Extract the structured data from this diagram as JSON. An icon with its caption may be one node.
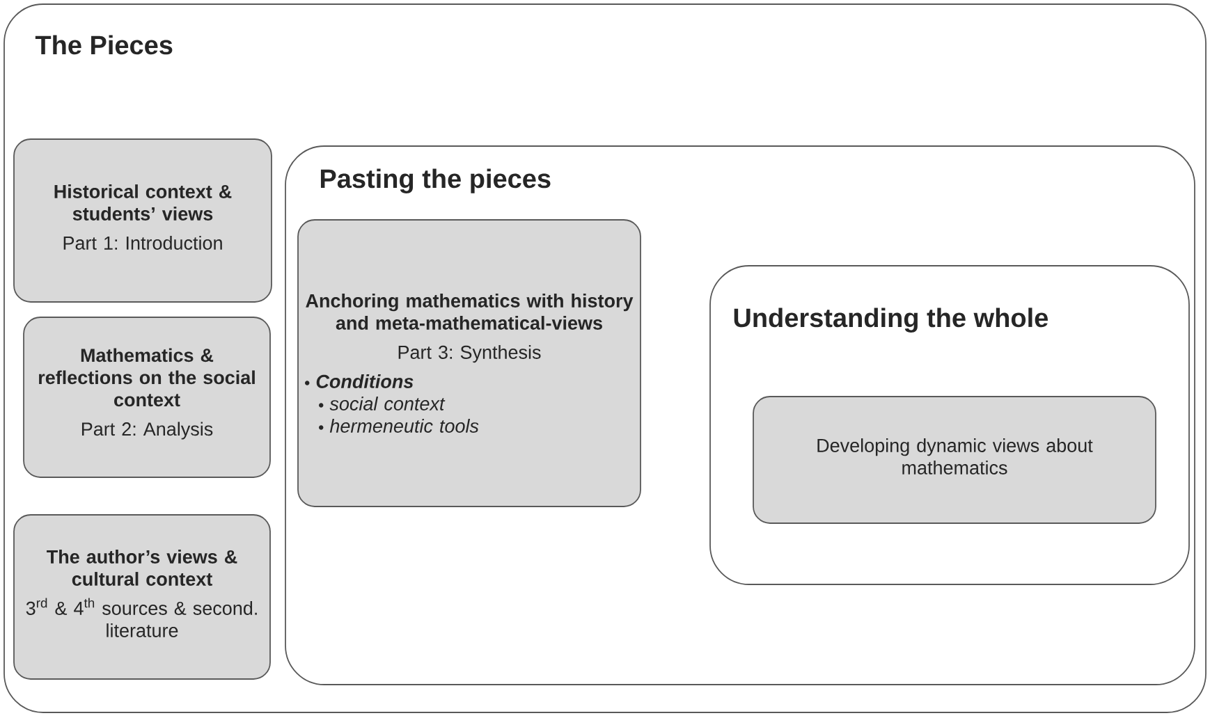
{
  "diagram": {
    "nodes": [
      {
        "text": [
          "The Pieces"
        ]
      },
      {
        "text": [
          "Historical context & students’ views",
          "Part 1: Introduction"
        ],
        "in": 0
      },
      {
        "text": [
          "Mathematics & reflections on the social context",
          "Part 2: Analysis"
        ],
        "in": 0
      },
      {
        "text": [
          "The author’s views & cultural context",
          "3$^{rd}$ & 4$^{th}$ sources & second. literature"
        ],
        "in": 0
      },
      {
        "text": [
          "Pasting the pieces"
        ],
        "in": 0
      },
      {
        "text": [
          "Anchoring mathematics with history and meta-mathematical-views",
          "Part 3: Synthesis",
          "Conditions",
          "social context",
          "hermeneutic tools"
        ],
        "in": 4
      },
      {
        "text": [
          "Understanding the whole"
        ],
        "in": 4
      },
      {
        "text": [
          "Developing dynamic views about mathematics"
        ],
        "in": 6
      }
    ]
  }
}
